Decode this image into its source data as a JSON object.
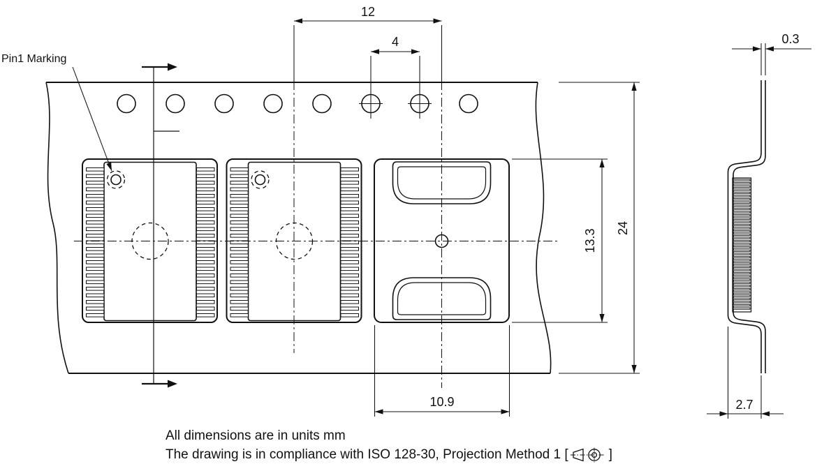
{
  "page": {
    "background": "#ffffff",
    "line_color": "#111111"
  },
  "labels": {
    "pin1_marking": "Pin1 Marking",
    "note_units": "All dimensions are in units mm",
    "note_compliance_prefix": "The drawing is in compliance with ISO 128-30, Projection Method 1 [",
    "note_compliance_suffix": "]"
  },
  "dimensions_mm": {
    "pocket_pitch": "12",
    "sprocket_hole_pitch": "4",
    "tape_width": "24",
    "pocket_length": "13.3",
    "pocket_width": "10.9",
    "tape_thickness": "0.3",
    "pocket_depth": "2.7"
  },
  "icons": {
    "projection_method": "first-angle-projection-icon"
  }
}
